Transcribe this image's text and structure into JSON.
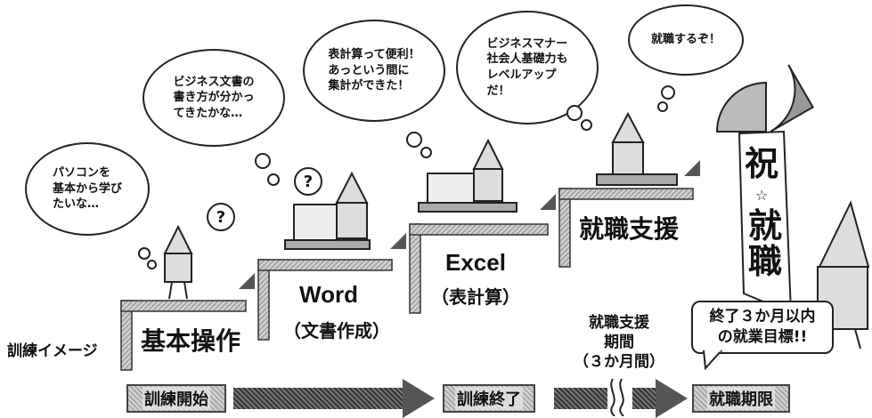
{
  "steps": [
    {
      "label": "基本操作"
    },
    {
      "label": "Word",
      "sub": "（文書作成）"
    },
    {
      "label": "Excel",
      "sub": "（表計算）"
    },
    {
      "label": "就職支援"
    }
  ],
  "bubbles": [
    "パソコンを\n基本から学び\nたいな…",
    "ビジネス文書の\n書き方が分かっ\nてきたかな…",
    "表計算って便利！\nあっという間に\n集計ができた！",
    "ビジネスマナー\n社会人基礎力も\nレベルアップ\nだ！",
    "就職するぞ！"
  ],
  "question_mark": "?",
  "celebration": {
    "top": "祝",
    "star": "☆",
    "bottom": "就\n職"
  },
  "side_label": "訓練イメージ",
  "support_period": "就職支援\n期間\n（３か月間）",
  "goal": "終了３か月以内\nの就業目標!!",
  "timeline": {
    "start": "訓練開始",
    "end_training": "訓練終了",
    "deadline": "就職期限"
  }
}
